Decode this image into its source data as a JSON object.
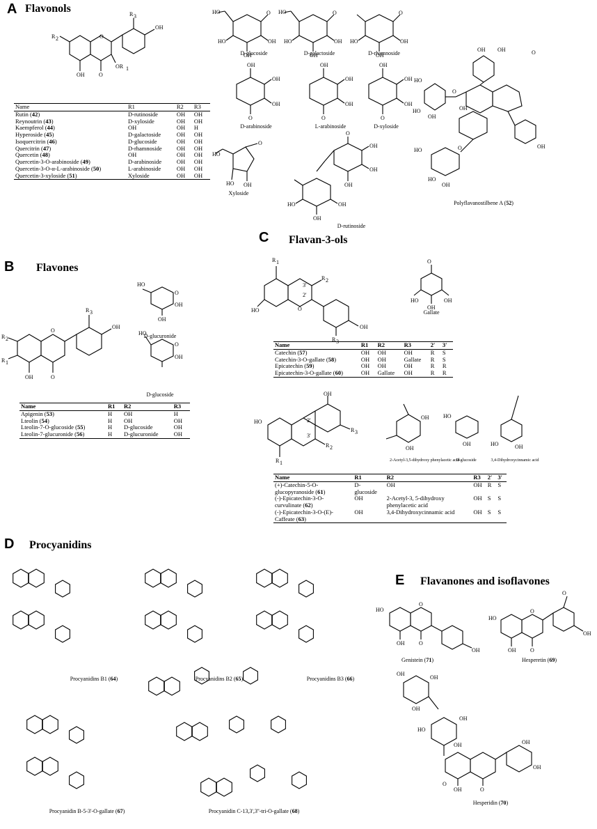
{
  "panels": {
    "A": {
      "label": "A",
      "title": "Flavonols"
    },
    "B": {
      "label": "B",
      "title": "Flavones"
    },
    "C": {
      "label": "C",
      "title": "Flavan-3-ols"
    },
    "D": {
      "label": "D",
      "title": "Procyanidins"
    },
    "E": {
      "label": "E",
      "title": "Flavanones and isoflavones"
    }
  },
  "atoms": {
    "R1": "R",
    "R2": "R",
    "R3": "R",
    "sub1": "1",
    "sub2": "2",
    "sub3": "3",
    "OH": "OH",
    "O": "O",
    "H": "H",
    "c3": "3'",
    "c2": "2'",
    "OR1": "OR"
  },
  "sugarsA": [
    "D-glucoside",
    "D-galactoside",
    "D-rhamnoside",
    "D-arabinoside",
    "L-arabinoside",
    "D-xyloside",
    "Xyloside",
    "D-rutinoside"
  ],
  "polyflavanostilbene": {
    "name": "Polyflavanostilbene A (",
    "num": "52",
    "end": ")"
  },
  "tableA": {
    "headers": [
      "Name",
      "R1",
      "R2",
      "R3"
    ],
    "rows": [
      {
        "name": "Rutin (",
        "num": "42",
        "end": ")",
        "r1": "D-rutinoside",
        "r2": "OH",
        "r3": "OH"
      },
      {
        "name": "Reynoutrin (",
        "num": "43",
        "end": ")",
        "r1": "D-xyloside",
        "r2": "OH",
        "r3": "OH"
      },
      {
        "name": "Kaempferol (",
        "num": "44",
        "end": ")",
        "r1": "OH",
        "r2": "OH",
        "r3": "H"
      },
      {
        "name": "Hyperoside (",
        "num": "45",
        "end": ")",
        "r1": "D-galactoside",
        "r2": "OH",
        "r3": "OH"
      },
      {
        "name": "Isoquercitrin (",
        "num": "46",
        "end": ")",
        "r1": "D-glucoside",
        "r2": "OH",
        "r3": "OH"
      },
      {
        "name": "Quercitrin (",
        "num": "47",
        "end": ")",
        "r1": "D-rhamnoside",
        "r2": "OH",
        "r3": "OH"
      },
      {
        "name": "Quercetin (",
        "num": "48",
        "end": ")",
        "r1": "OH",
        "r2": "OH",
        "r3": "OH"
      },
      {
        "name": "Quercetin-3-O-arabinoside (",
        "num": "49",
        "end": ")",
        "r1": "D-arabinoside",
        "r2": "OH",
        "r3": "OH"
      },
      {
        "name": "Quercetin-3-O-α-L-arabinoside (",
        "num": "50",
        "end": ")",
        "r1": "L-arabinoside",
        "r2": "OH",
        "r3": "OH"
      },
      {
        "name": "Quercetin-3-xyloside (",
        "num": "51",
        "end": ")",
        "r1": "Xyloside",
        "r2": "OH",
        "r3": "OH"
      }
    ]
  },
  "sugarsB": [
    "D-glucuronide",
    "D-glucoside"
  ],
  "tableB": {
    "headers": [
      "Name",
      "R1",
      "R2",
      "R3"
    ],
    "rows": [
      {
        "name": "Apigenin (",
        "num": "53",
        "end": ")",
        "r1": "H",
        "r2": "OH",
        "r3": "H"
      },
      {
        "name": "Lteolin (",
        "num": "54",
        "end": ")",
        "r1": "H",
        "r2": "OH",
        "r3": "OH"
      },
      {
        "name": "Lteolin-7-O-glucoside (",
        "num": "55",
        "end": ")",
        "r1": "H",
        "r2": "D-glucoside",
        "r3": "OH"
      },
      {
        "name": "Lteolin-7-glucuronide (",
        "num": "56",
        "end": ")",
        "r1": "H",
        "r2": "D-glucuronide",
        "r3": "OH"
      }
    ]
  },
  "gallateLabel": "Gallate",
  "tableC1": {
    "headers": [
      "Name",
      "R1",
      "R2",
      "R3",
      "2′",
      "3′"
    ],
    "rows": [
      {
        "name": "Catechin (",
        "num": "57",
        "end": ")",
        "r1": "OH",
        "r2": "OH",
        "r3": "OH",
        "c2": "R",
        "c3": "S"
      },
      {
        "name": "Catechin-3-O-gallate (",
        "num": "58",
        "end": ")",
        "r1": "OH",
        "r2": "OH",
        "r3": "Gallate",
        "c2": "R",
        "c3": "S"
      },
      {
        "name": "Epicatechin (",
        "num": "59",
        "end": ")",
        "r1": "OH",
        "r2": "OH",
        "r3": "OH",
        "c2": "R",
        "c3": "R"
      },
      {
        "name": "Epicatechin-3-O-gallate (",
        "num": "60",
        "end": ")",
        "r1": "OH",
        "r2": "Gallate",
        "r3": "OH",
        "c2": "R",
        "c3": "R"
      }
    ]
  },
  "sugarsC": [
    "2-Acetyl-3,5-dihydroxy phenylacetic acid",
    "D-glucoside",
    "3,4-Dihydroxycinnamic acid"
  ],
  "tableC2": {
    "headers": [
      "Name",
      "R1",
      "R2",
      "R3",
      "2′",
      "3′"
    ],
    "rows": [
      {
        "name": "(+)-Catechin-5-O-glucopyranoside (",
        "num": "61",
        "end": ")",
        "r1": "D-glucoside",
        "r2": "OH",
        "r3": "OH",
        "c2": "R",
        "c3": "S"
      },
      {
        "name": "(-)-Epicatechin-3-O-curvulinate (",
        "num": "62",
        "end": ")",
        "r1": "OH",
        "r2": "2-Acetyl-3, 5-dihydroxy phenylacetic acid",
        "r3": "OH",
        "c2": "S",
        "c3": "S"
      },
      {
        "name": "(-)-Epicatechin-3-O-(E)-Caffeate (",
        "num": "63",
        "end": ")",
        "r1": "OH",
        "r2": "3,4-Dihydroxycinnamic acid",
        "r3": "OH",
        "c2": "S",
        "c3": "S"
      }
    ]
  },
  "procyanidins": [
    {
      "name": "Procyanidins B1 (",
      "num": "64",
      "end": ")"
    },
    {
      "name": "Procyanidins B2 (",
      "num": "65",
      "end": ")"
    },
    {
      "name": "Procyanidins B3 (",
      "num": "66",
      "end": ")"
    },
    {
      "name": "Procyanidin B-5-3'-O-gallate (",
      "num": "67",
      "end": ")"
    },
    {
      "name": "Procyanidin C-13,3',3''-tri-O-gallate (",
      "num": "68",
      "end": ")"
    }
  ],
  "flavanones": [
    {
      "name": "Genistein (",
      "num": "71",
      "end": ")"
    },
    {
      "name": "Hesperetin (",
      "num": "69",
      "end": ")"
    },
    {
      "name": "Hesperidin (",
      "num": "70",
      "end": ")"
    }
  ]
}
